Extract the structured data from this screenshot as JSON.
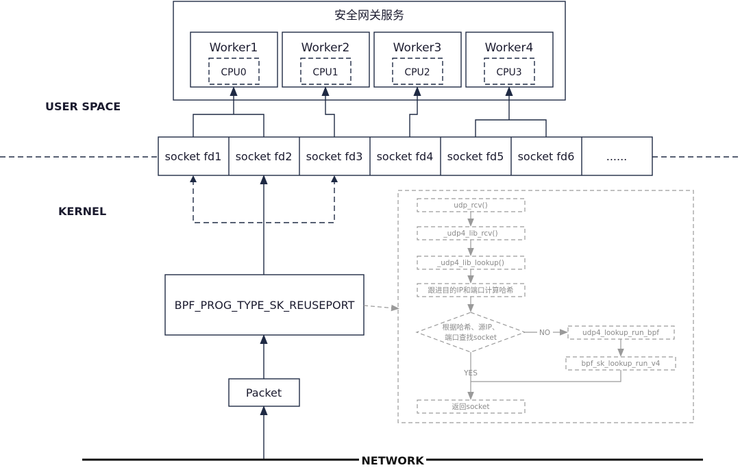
{
  "service": {
    "title": "安全网关服务",
    "workers": [
      {
        "name": "Worker1",
        "cpu": "CPU0"
      },
      {
        "name": "Worker2",
        "cpu": "CPU1"
      },
      {
        "name": "Worker3",
        "cpu": "CPU2"
      },
      {
        "name": "Worker4",
        "cpu": "CPU3"
      }
    ]
  },
  "labels": {
    "user_space": "USER SPACE",
    "kernel": "KERNEL",
    "network": "NETWORK"
  },
  "sockets": [
    "socket fd1",
    "socket fd2",
    "socket fd3",
    "socket fd4",
    "socket fd5",
    "socket fd6",
    "......"
  ],
  "bpf": "BPF_PROG_TYPE_SK_REUSEPORT",
  "packet": "Packet",
  "flow": {
    "steps": [
      "udp_rcv()",
      "_udp4_lib_rcv()",
      "_udp4_lib_lookup()",
      "跟进目的IP和端口计算哈希"
    ],
    "decision_line1": "根据哈希、源IP、",
    "decision_line2": "端口查找socket",
    "no": "NO",
    "yes": "YES",
    "bpf_run": "udp4_lookup_run_bpf",
    "sk_lookup": "bpf_sk_lookup_run_v4",
    "return": "返回socket"
  }
}
